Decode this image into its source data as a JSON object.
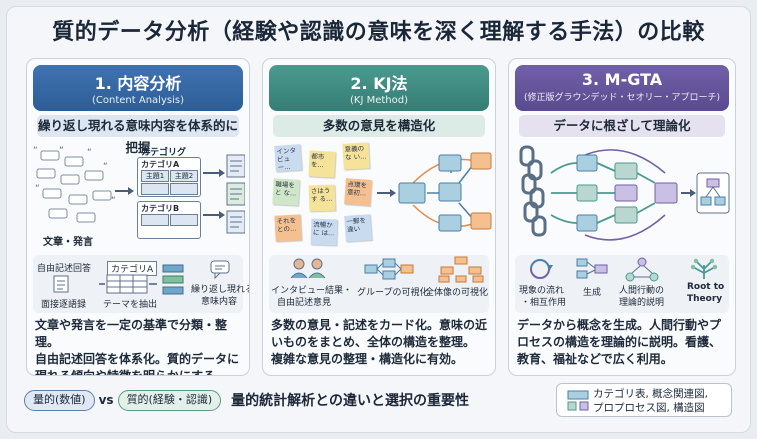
{
  "title": "質的データ分析（経験や認識の意味を深く理解する手法）の比較",
  "panels": [
    {
      "heading": "1. 内容分析",
      "subheading": "(Content Analysis)",
      "tagline": "繰り返し現れる意味内容を体系的に把握",
      "visual": {
        "category_label": "カテゴリグ",
        "category_a": "カテゴリA",
        "chip_1": "主題1",
        "chip_2": "主題2",
        "category_b": "カテゴリB",
        "left_caption": "文章・発言"
      },
      "band": {
        "item_1": "自由記述回答",
        "item_1_sub": "面接逐語録",
        "item_2": "カテゴリA",
        "item_2_sub": "テーマを抽出",
        "item_3": "繰り返し現れる",
        "item_3_sub": "意味内容"
      },
      "description": [
        "文章や発言を一定の基準で分類・整理。",
        "自由記述回答を体系化。質的データに",
        "現れる傾向や特徴を明らかにする。"
      ]
    },
    {
      "heading": "2. KJ法",
      "subheading": "(KJ Method)",
      "tagline": "多数の意見を構造化",
      "visual": {
        "notes": [
          "インタビュー...",
          "都市を...",
          "意義の な い...",
          "職場を と な...",
          "さはう す る...",
          "点環を 意初...",
          "それを との...",
          "流暢か に は...",
          "一郵を 違い"
        ]
      },
      "band": {
        "item_1": "インタビュー結果・",
        "item_1_sub": "自由記述意見",
        "item_2": "グループの可視化",
        "item_3": "全体像の可視化"
      },
      "description": [
        "多数の意見・記述をカード化。意味の近",
        "いものをまとめ、全体の構造を整理。",
        "複雑な意見の整理・構造化に有効。"
      ]
    },
    {
      "heading": "3. M-GTA",
      "subheading": "(修正版グラウンデッド・セオリー・アプローチ)",
      "tagline": "データに根ざして理論化",
      "band": {
        "item_1": "現象の流れ",
        "item_1_sub": "・相互作用",
        "item_2": "生成",
        "item_3": "人間行動の",
        "item_3_sub": "理論的説明",
        "item_4": "Root to",
        "item_4_sub": "Theory"
      },
      "description": [
        "データから概念を生成。人間行動やプ",
        "ロセスの構造を理論的に説明。看護、",
        "教育、福祉などで広く利用。"
      ]
    }
  ],
  "footer": {
    "pill_quantitative": "量的(数値)",
    "vs": "vs",
    "pill_qualitative": "質的(経験・認識)",
    "statement": "量的統計解析との違いと選択の重要性",
    "legend_line_1": "カテゴリ表, 概念関連図,",
    "legend_line_2": "プロプロセス図, 構造図"
  },
  "colors": {
    "panel_1": "#3f73b0",
    "panel_2": "#4a9a90",
    "panel_3": "#7260a8",
    "note_yellow": "#f6e39a",
    "note_orange": "#f4c08f",
    "note_blue": "#c9dbef",
    "note_green": "#cfe6c8"
  }
}
